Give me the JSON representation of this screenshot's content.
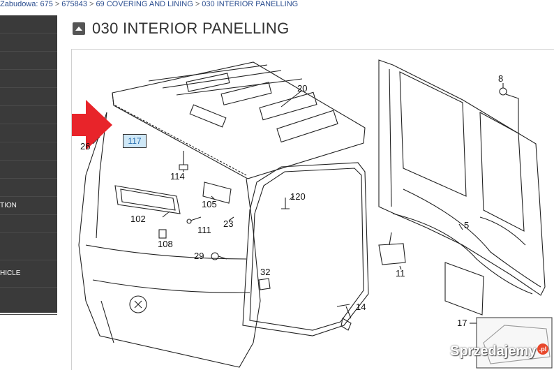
{
  "breadcrumb": {
    "items": [
      "Zabudowa: 675",
      "675843",
      "69 COVERING AND LINING",
      "030 INTERIOR PANELLING"
    ],
    "separator": ">"
  },
  "sidebar": {
    "items": [
      "",
      "",
      "",
      "",
      "",
      "",
      "",
      "",
      "",
      "",
      "TION",
      "",
      "",
      "HICLE",
      ""
    ]
  },
  "header": {
    "title": "030 INTERIOR PANELLING",
    "collapse_icon": "chevron-up-icon"
  },
  "diagram": {
    "part_labels": [
      "20",
      "8",
      "26",
      "117",
      "114",
      "120",
      "105",
      "102",
      "111",
      "23",
      "108",
      "29",
      "5",
      "32",
      "11",
      "14",
      "17"
    ],
    "highlighted_part": "117",
    "pointer_color": "#e8242a"
  },
  "watermark": {
    "text": "Sprzedajemy",
    "suffix": ".pl"
  }
}
